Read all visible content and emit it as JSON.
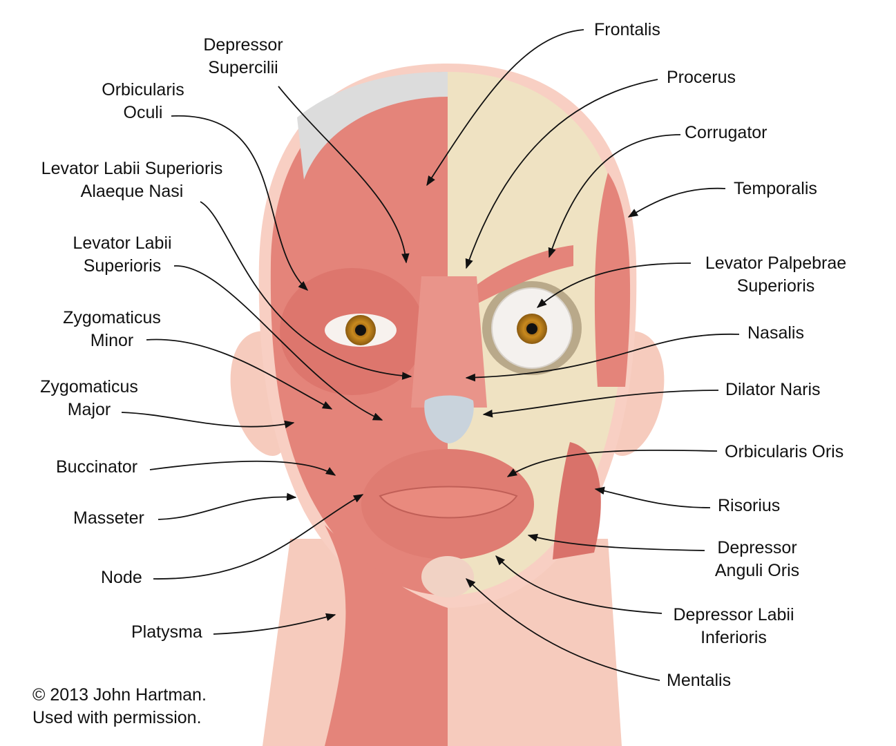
{
  "left_labels": [
    {
      "lines": [
        "Depressor",
        "Supercilii"
      ]
    },
    {
      "lines": [
        "Orbicularis",
        "Oculi"
      ]
    },
    {
      "lines": [
        "Levator Labii Superioris",
        "Alaeque Nasi"
      ]
    },
    {
      "lines": [
        "Levator Labii",
        "Superioris"
      ]
    },
    {
      "lines": [
        "Zygomaticus",
        "Minor"
      ]
    },
    {
      "lines": [
        "Zygomaticus",
        "Major"
      ]
    },
    {
      "lines": [
        "Buccinator"
      ]
    },
    {
      "lines": [
        "Masseter"
      ]
    },
    {
      "lines": [
        "Node"
      ]
    },
    {
      "lines": [
        "Platysma"
      ]
    }
  ],
  "right_labels": [
    {
      "lines": [
        "Frontalis"
      ]
    },
    {
      "lines": [
        "Procerus"
      ]
    },
    {
      "lines": [
        "Corrugator"
      ]
    },
    {
      "lines": [
        "Temporalis"
      ]
    },
    {
      "lines": [
        "Levator Palpebrae",
        "Superioris"
      ]
    },
    {
      "lines": [
        "Nasalis"
      ]
    },
    {
      "lines": [
        "Dilator Naris"
      ]
    },
    {
      "lines": [
        "Orbicularis Oris"
      ]
    },
    {
      "lines": [
        "Risorius"
      ]
    },
    {
      "lines": [
        "Depressor",
        "Anguli Oris"
      ]
    },
    {
      "lines": [
        "Depressor Labii",
        "Inferioris"
      ]
    },
    {
      "lines": [
        "Mentalis"
      ]
    }
  ],
  "credit": {
    "line1": "© 2013 John Hartman.",
    "line2": "Used with permission."
  },
  "colors": {
    "muscle": "#e4847a",
    "skull": "#efe2c2",
    "skin": "#f6cbbd",
    "tendon": "#dcdcdc",
    "iris": "#c98a1e"
  }
}
